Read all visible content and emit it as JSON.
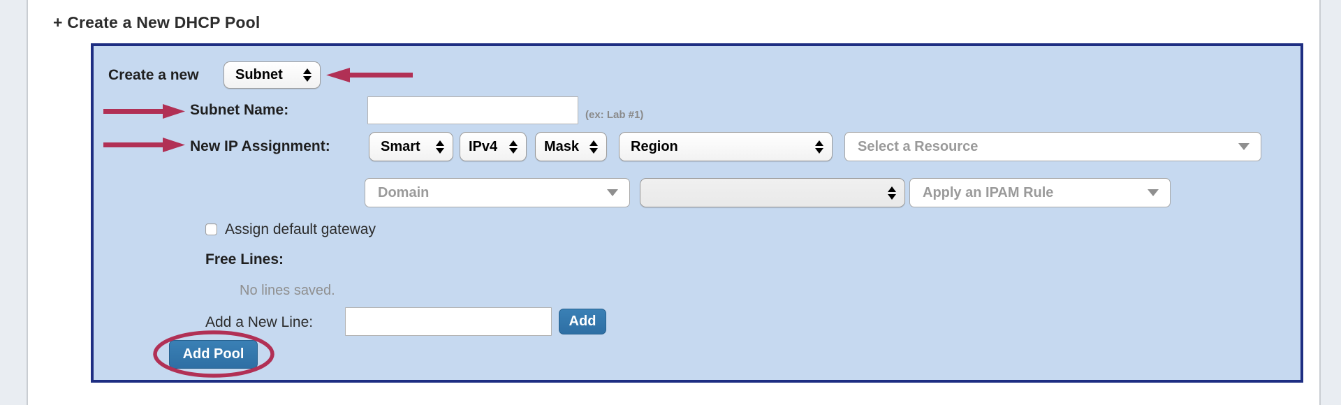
{
  "page": {
    "title": "+ Create a New DHCP Pool"
  },
  "panel": {
    "create_row": {
      "label": "Create a new",
      "type_select": {
        "value": "Subnet"
      }
    },
    "subnet_name_row": {
      "label": "Subnet Name:",
      "input": {
        "value": "",
        "placeholder": ""
      },
      "hint": "(ex: Lab #1)"
    },
    "ip_assignment_row": {
      "label": "New IP Assignment:",
      "smart_select": {
        "value": "Smart"
      },
      "ip_version_select": {
        "value": "IPv4"
      },
      "mask_select": {
        "value": "Mask"
      },
      "region_select": {
        "value": "Region"
      },
      "resource_select": {
        "placeholder": "Select a Resource"
      }
    },
    "secondary_row": {
      "domain_select": {
        "placeholder": "Domain"
      },
      "unlabeled_select": {
        "value": ""
      },
      "ipam_select": {
        "placeholder": "Apply an IPAM Rule"
      }
    },
    "gateway_row": {
      "label": "Assign default gateway",
      "checked": false
    },
    "free_lines": {
      "label": "Free Lines:",
      "status": "No lines saved."
    },
    "add_line_row": {
      "label": "Add a New Line:",
      "input": {
        "value": "",
        "placeholder": ""
      },
      "add_button": "Add"
    },
    "add_pool_button": "Add Pool"
  },
  "colors": {
    "annotation_accent": "#b13055",
    "button_blue": "#3177ae",
    "panel_border": "#1e2e82",
    "panel_background": "#c6d9f0"
  }
}
